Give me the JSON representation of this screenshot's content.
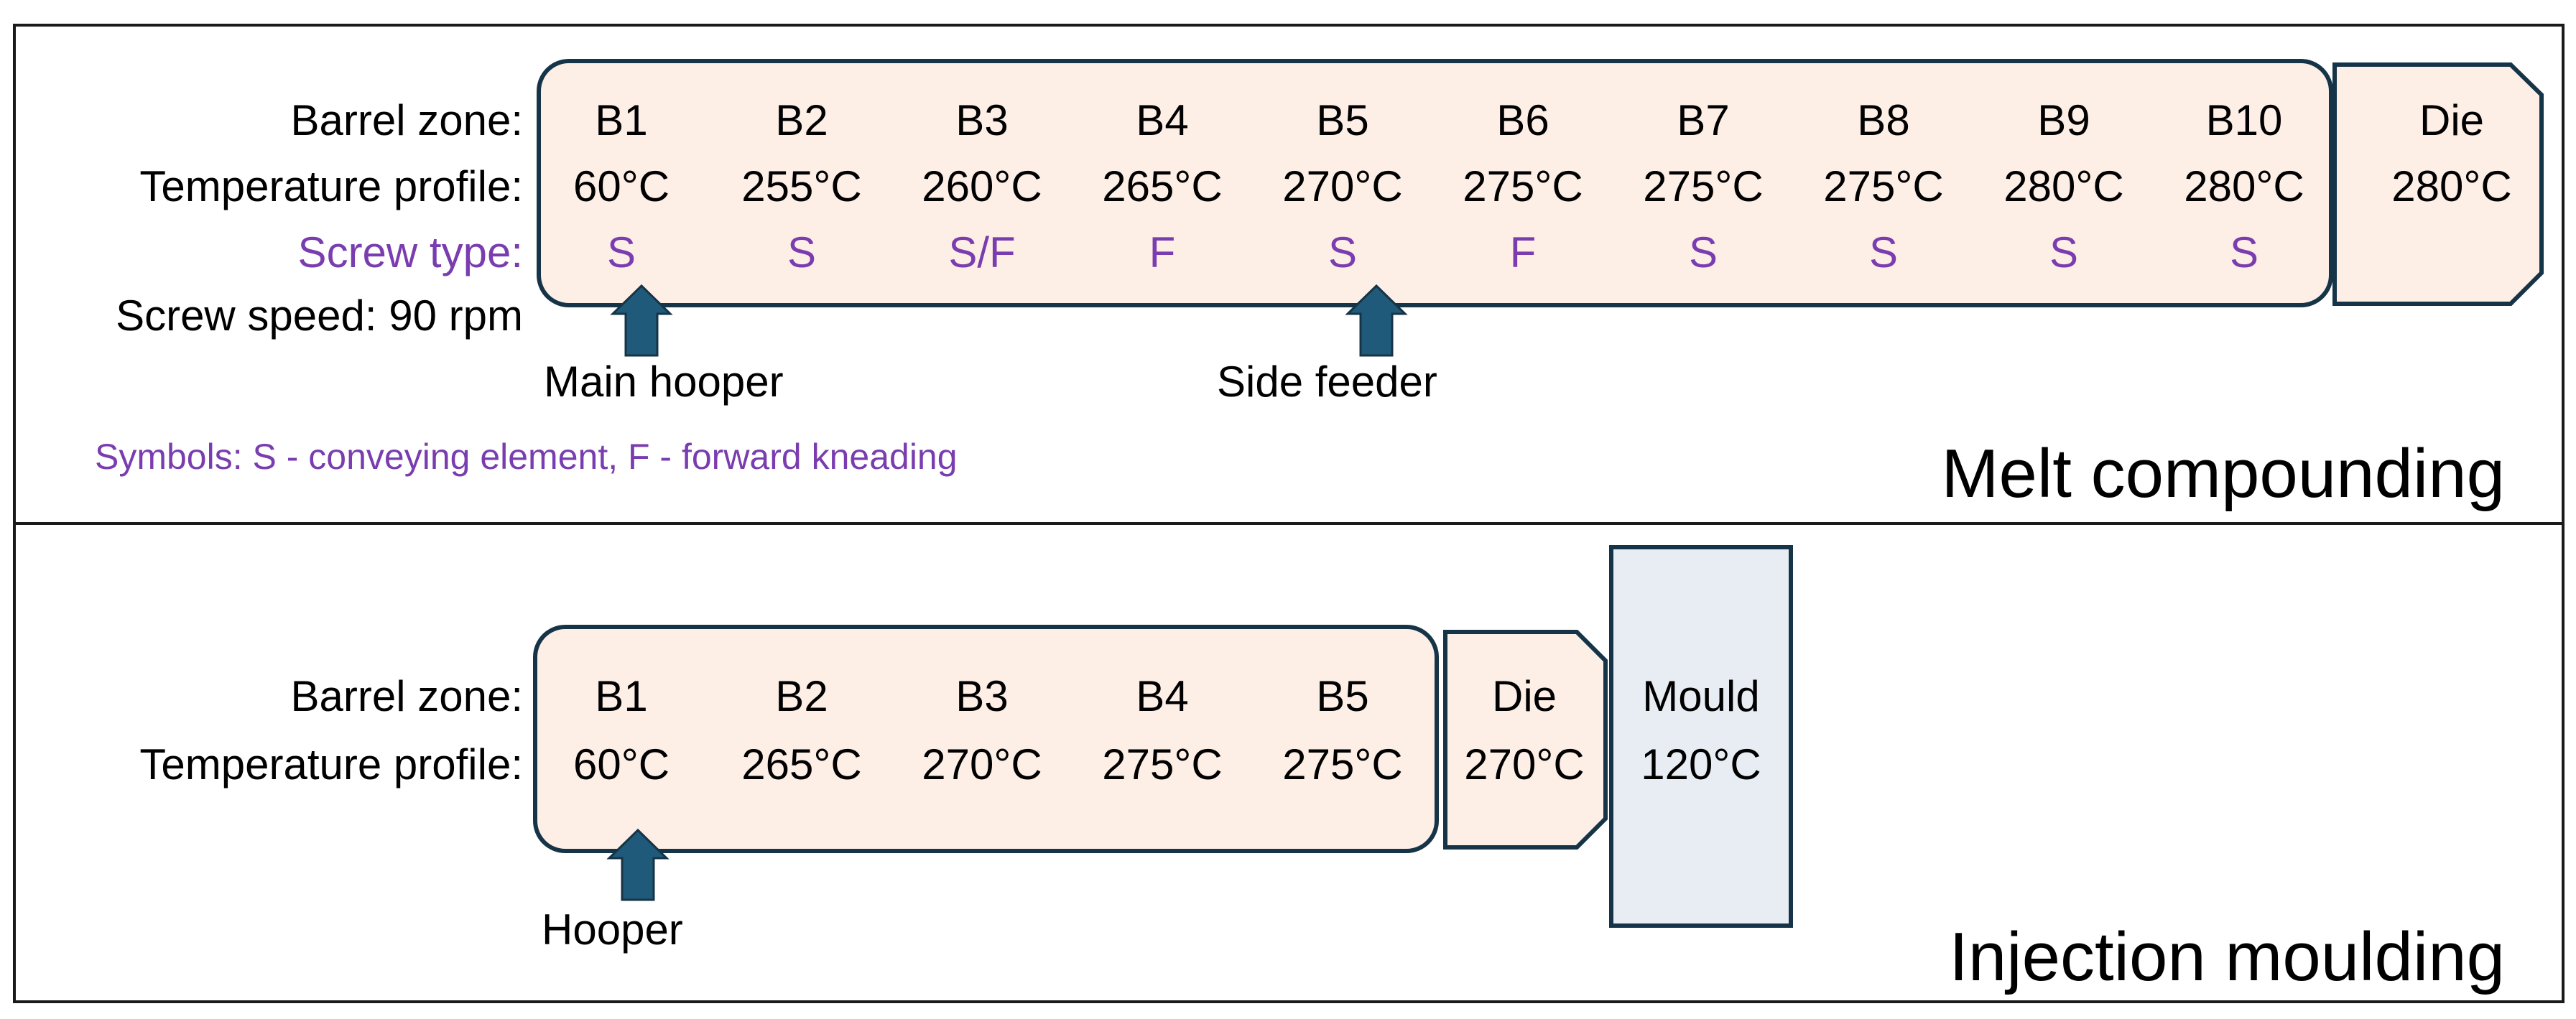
{
  "melt": {
    "title": "Melt compounding",
    "row_labels": {
      "zone": "Barrel zone:",
      "temp": "Temperature profile:",
      "screw": "Screw type:",
      "speed": "Screw speed: 90 rpm"
    },
    "zones": [
      {
        "zone": "B1",
        "temp": "60°C",
        "screw": "S"
      },
      {
        "zone": "B2",
        "temp": "255°C",
        "screw": "S"
      },
      {
        "zone": "B3",
        "temp": "260°C",
        "screw": "S/F"
      },
      {
        "zone": "B4",
        "temp": "265°C",
        "screw": "F"
      },
      {
        "zone": "B5",
        "temp": "270°C",
        "screw": "S"
      },
      {
        "zone": "B6",
        "temp": "275°C",
        "screw": "F"
      },
      {
        "zone": "B7",
        "temp": "275°C",
        "screw": "S"
      },
      {
        "zone": "B8",
        "temp": "275°C",
        "screw": "S"
      },
      {
        "zone": "B9",
        "temp": "280°C",
        "screw": "S"
      },
      {
        "zone": "B10",
        "temp": "280°C",
        "screw": "S"
      }
    ],
    "die": {
      "label": "Die",
      "temp": "280°C"
    },
    "feeders": {
      "main": "Main hooper",
      "side": "Side feeder"
    },
    "symbols_note": "Symbols: S - conveying element, F - forward kneading"
  },
  "injection": {
    "title": "Injection moulding",
    "row_labels": {
      "zone": "Barrel zone:",
      "temp": "Temperature profile:"
    },
    "zones": [
      {
        "zone": "B1",
        "temp": "60°C"
      },
      {
        "zone": "B2",
        "temp": "265°C"
      },
      {
        "zone": "B3",
        "temp": "270°C"
      },
      {
        "zone": "B4",
        "temp": "275°C"
      },
      {
        "zone": "B5",
        "temp": "275°C"
      }
    ],
    "die": {
      "label": "Die",
      "temp": "270°C"
    },
    "mould": {
      "label": "Mould",
      "temp": "120°C"
    },
    "feeders": {
      "main": "Hooper"
    }
  },
  "colors": {
    "barrel_fill": "#fdeee6",
    "mould_fill": "#e8edf3",
    "outline": "#163447",
    "arrow": "#1f5a7a",
    "accent_purple": "#7a3db0",
    "text": "#000000"
  }
}
